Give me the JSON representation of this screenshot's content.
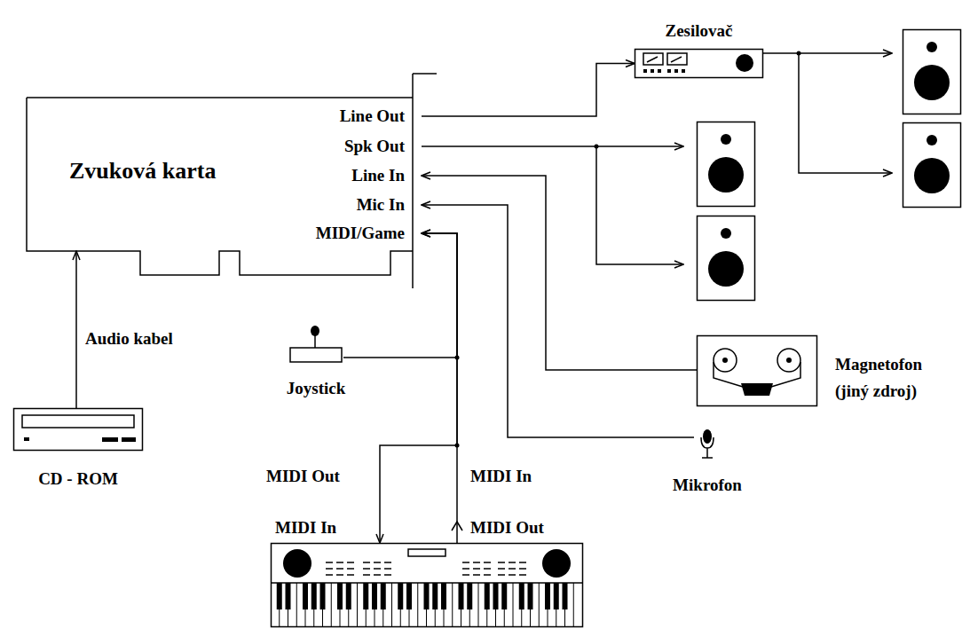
{
  "diagram": {
    "nodes": [
      {
        "text": [
          "Zvuková karta",
          "Line Out",
          "Spk Out",
          "Line In",
          "Mic In",
          "MIDI/Game"
        ]
      },
      {
        "text": [
          "Zesilovač"
        ]
      },
      {
        "text": [
          "Magnetofon (jiný zdroj)"
        ]
      },
      {
        "text": [
          "Mikrofon"
        ]
      },
      {
        "text": [
          "Joystick"
        ]
      },
      {
        "text": [
          "CD - ROM"
        ]
      },
      {
        "text": [
          "MIDI In",
          "MIDI Out"
        ]
      }
    ],
    "edges": [
      {
        "from": 0,
        "to": 1,
        "arrow": "to"
      },
      {
        "from": 2,
        "to": 0,
        "arrow": "to"
      },
      {
        "from": 3,
        "to": 0,
        "arrow": "to"
      },
      {
        "from": 4,
        "to": 0,
        "arrow": "to"
      },
      {
        "from": 0,
        "to": 6,
        "label": "MIDI Out",
        "arrow": "to"
      },
      {
        "from": 6,
        "to": 0,
        "label": "MIDI In",
        "arrow": "to"
      },
      {
        "from": 5,
        "to": 0,
        "label": "Audio kabel",
        "arrow": "to"
      }
    ]
  }
}
